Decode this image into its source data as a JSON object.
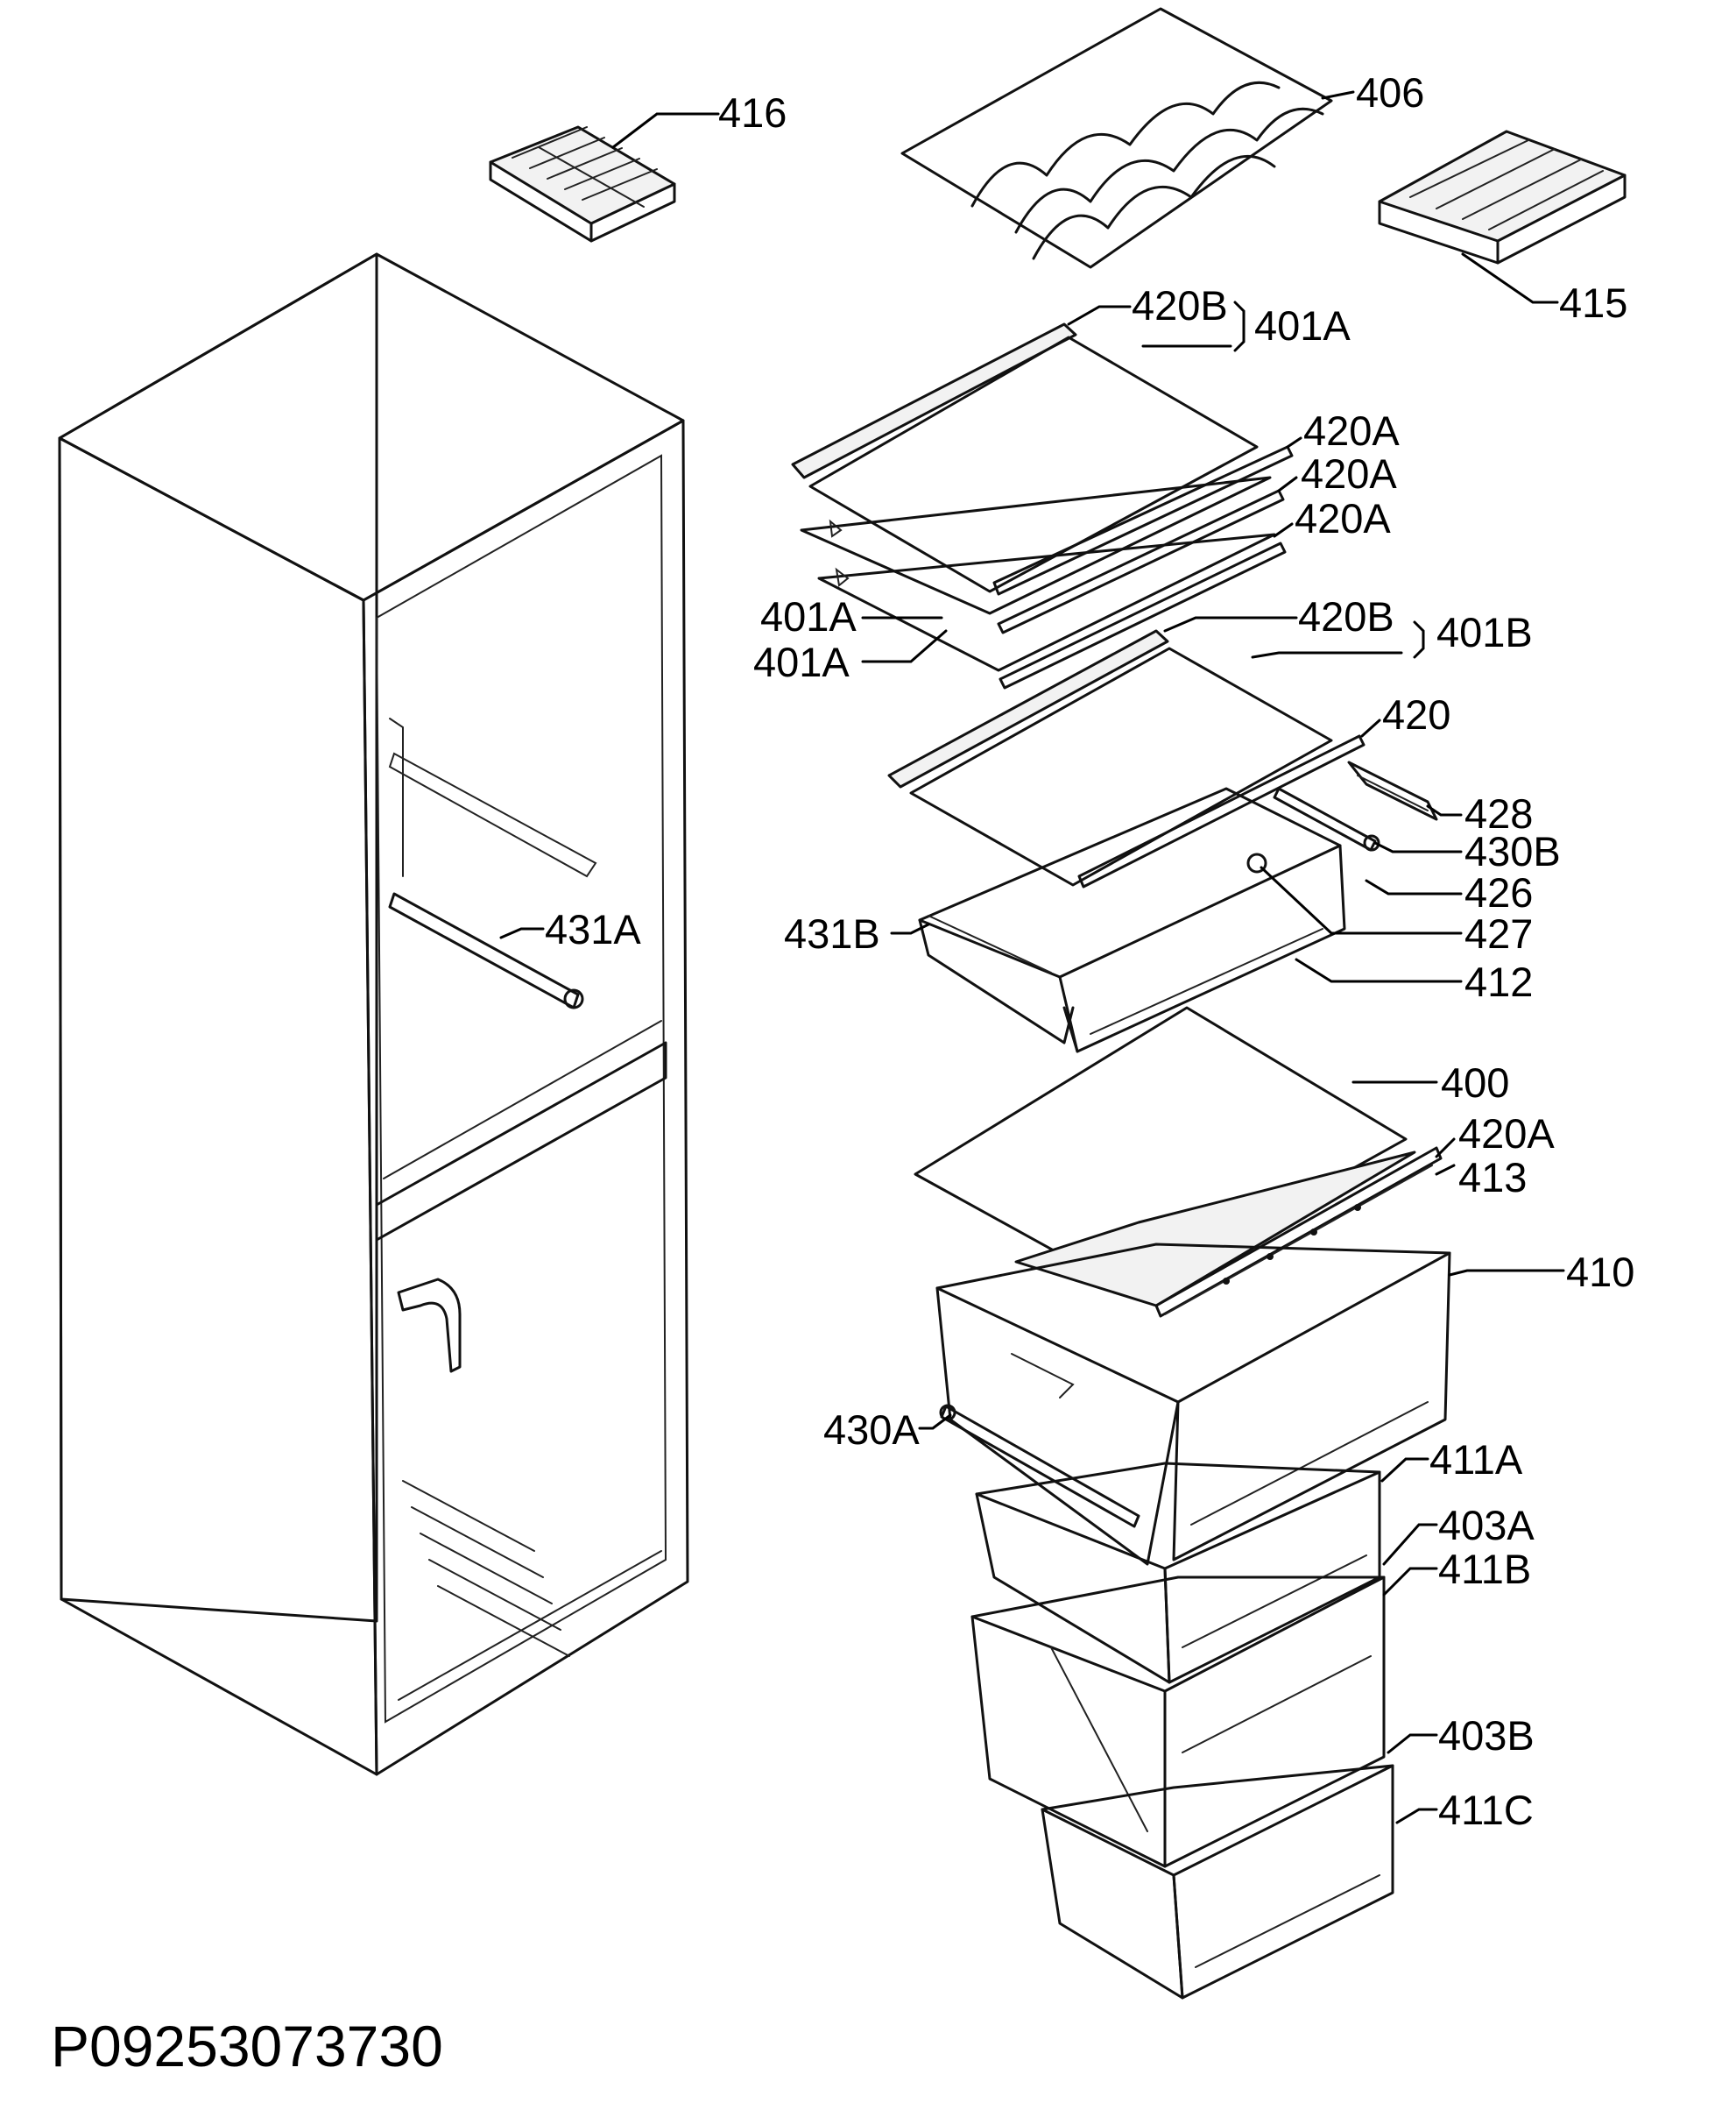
{
  "document_number": "P09253073730",
  "callouts": [
    {
      "id": "c416",
      "text": "416"
    },
    {
      "id": "c406",
      "text": "406"
    },
    {
      "id": "c415",
      "text": "415"
    },
    {
      "id": "c420B-1",
      "text": "420B"
    },
    {
      "id": "c401A-group",
      "text": "401A"
    },
    {
      "id": "c420A-1",
      "text": "420A"
    },
    {
      "id": "c420A-2",
      "text": "420A"
    },
    {
      "id": "c420A-3",
      "text": "420A"
    },
    {
      "id": "c401A-1",
      "text": "401A"
    },
    {
      "id": "c401A-2",
      "text": "401A"
    },
    {
      "id": "c420B-2",
      "text": "420B"
    },
    {
      "id": "c401B-group",
      "text": "401B"
    },
    {
      "id": "c420",
      "text": "420"
    },
    {
      "id": "c428",
      "text": "428"
    },
    {
      "id": "c430B",
      "text": "430B"
    },
    {
      "id": "c426",
      "text": "426"
    },
    {
      "id": "c427",
      "text": "427"
    },
    {
      "id": "c412",
      "text": "412"
    },
    {
      "id": "c431A",
      "text": "431A"
    },
    {
      "id": "c431B",
      "text": "431B"
    },
    {
      "id": "c400",
      "text": "400"
    },
    {
      "id": "c420A-4",
      "text": "420A"
    },
    {
      "id": "c413",
      "text": "413"
    },
    {
      "id": "c410",
      "text": "410"
    },
    {
      "id": "c430A",
      "text": "430A"
    },
    {
      "id": "c411A",
      "text": "411A"
    },
    {
      "id": "c403A",
      "text": "403A"
    },
    {
      "id": "c411B",
      "text": "411B"
    },
    {
      "id": "c403B",
      "text": "403B"
    },
    {
      "id": "c411C",
      "text": "411C"
    }
  ]
}
